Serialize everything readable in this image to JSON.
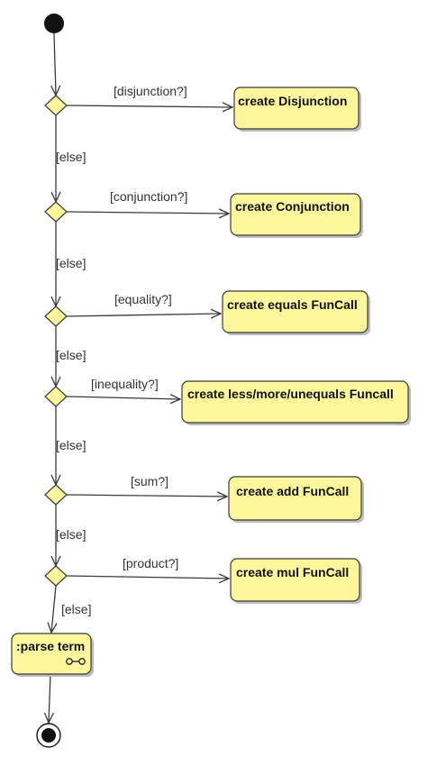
{
  "diagram": {
    "type": "activity",
    "fill_color": "#FFF79B",
    "stroke_color": "#3A3A3A",
    "shadow_color": "#BDBDBD",
    "nodes": {
      "start": {
        "kind": "initial-node"
      },
      "end": {
        "kind": "final-node"
      },
      "parse_term": {
        "kind": "call-behavior-action",
        "label": ":parse term",
        "icon": "rake-icon"
      }
    },
    "branches": [
      {
        "guard": "[disjunction?]",
        "action": "create Disjunction",
        "else": "[else]"
      },
      {
        "guard": "[conjunction?]",
        "action": "create Conjunction",
        "else": "[else]"
      },
      {
        "guard": "[equality?]",
        "action": "create equals FunCall",
        "else": "[else]"
      },
      {
        "guard": "[inequality?]",
        "action": "create less/more/unequals Funcall",
        "else": "[else]"
      },
      {
        "guard": "[sum?]",
        "action": "create add FunCall",
        "else": "[else]"
      },
      {
        "guard": "[product?]",
        "action": "create mul FunCall",
        "else": "[else]"
      }
    ]
  }
}
